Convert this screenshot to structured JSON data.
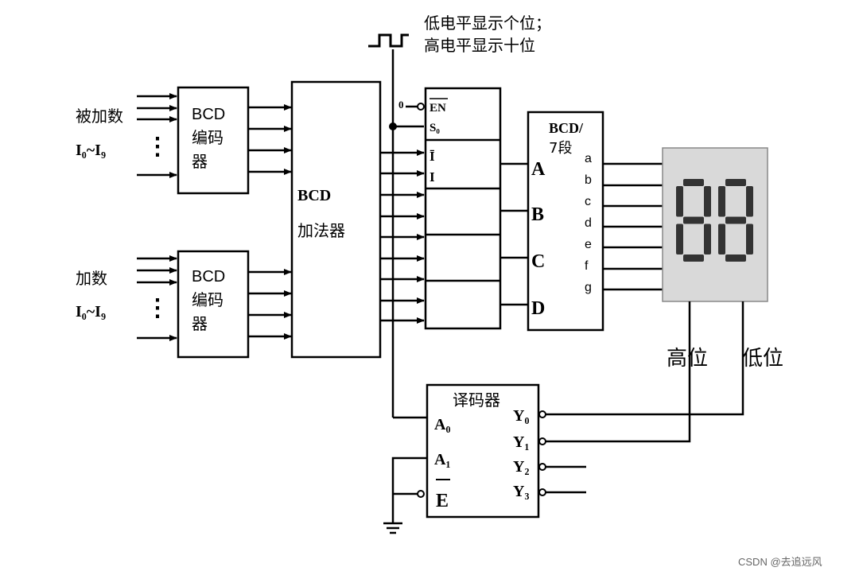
{
  "clock_note": {
    "line1": "低电平显示个位；",
    "line2": "高电平显示十位"
  },
  "addend": {
    "label": "被加数",
    "range": "I₀~I₉",
    "encoder": [
      "BCD",
      "编码",
      "器"
    ]
  },
  "augend": {
    "label": "加数",
    "range": "I₀~I₉",
    "encoder": [
      "BCD",
      "编码",
      "器"
    ]
  },
  "adder": {
    "line1": "BCD",
    "line2": "加法器"
  },
  "mux": {
    "zero": "0",
    "en": "EN",
    "s0": "S₀",
    "ibar": "Ī",
    "i": "I"
  },
  "bcd7": {
    "line1": "BCD/",
    "line2": "7段",
    "inputs": [
      "A",
      "B",
      "C",
      "D"
    ],
    "outputs": [
      "a",
      "b",
      "c",
      "d",
      "e",
      "f",
      "g"
    ]
  },
  "display": {
    "digits": "88",
    "high_label": "高位",
    "low_label": "低位",
    "segment_color": "#333333",
    "panel_color": "#d9d9d9"
  },
  "decoder": {
    "title": "译码器",
    "a0": "A₀",
    "a1": "A₁",
    "ebar": "E",
    "outputs": [
      "Y₀",
      "Y₁",
      "Y₂",
      "Y₃"
    ]
  },
  "ellipsis": "⋮",
  "watermark": "CSDN @去追远风"
}
